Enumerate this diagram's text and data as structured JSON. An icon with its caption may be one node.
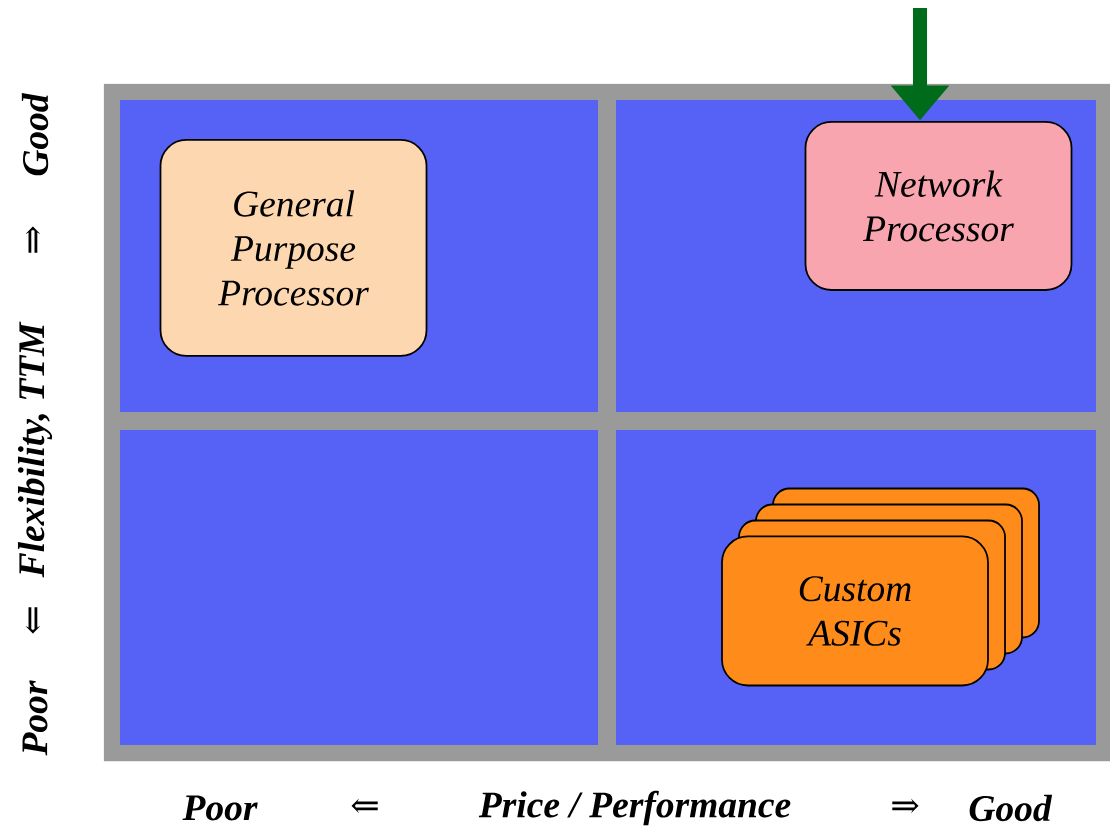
{
  "diagram": {
    "nodes": [
      {
        "text": [
          "General Purpose Processor"
        ]
      },
      {
        "text": [
          "Network Processor"
        ]
      },
      {
        "text": [
          "Custom ASICs"
        ]
      }
    ],
    "edges": [
      {
        "from": null,
        "to": 1,
        "arrow": "to",
        "color": "#006b1a"
      }
    ],
    "labels": [
      "Good",
      "⇒",
      "Flexibility, TTM",
      "⇐",
      "Poor",
      "Poor",
      "⇐",
      "Price / Performance",
      "⇒",
      "Good"
    ]
  }
}
